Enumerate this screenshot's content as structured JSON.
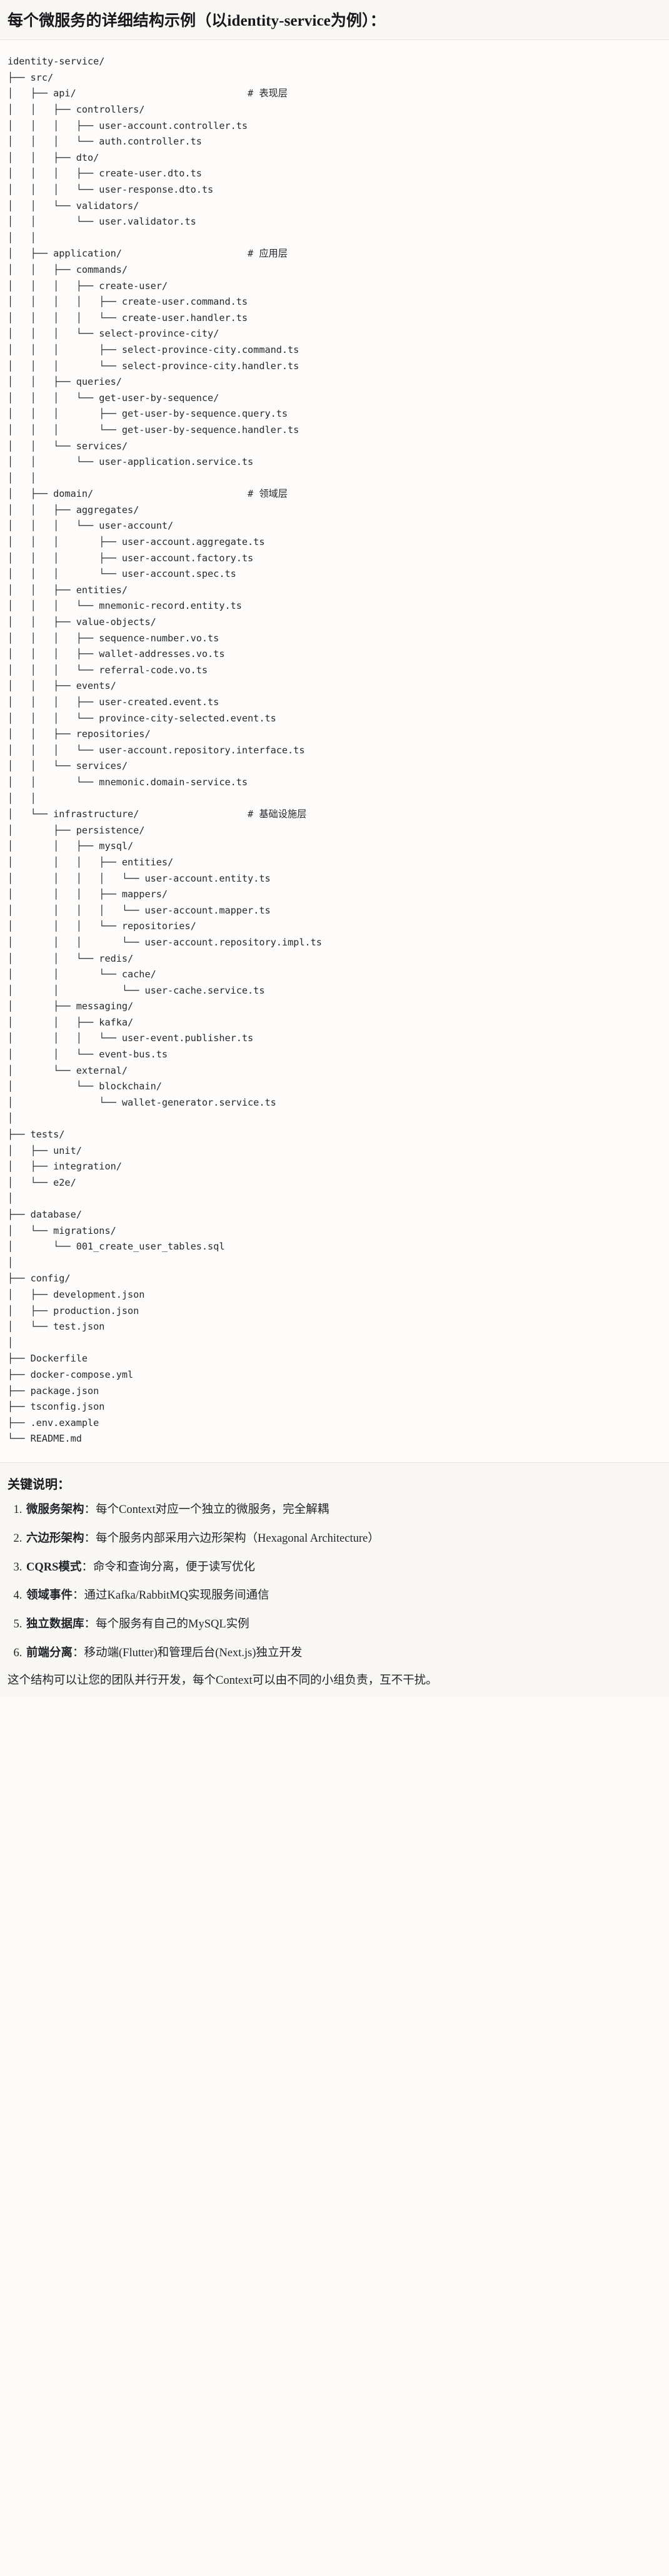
{
  "title": "每个微服务的详细结构示例（以identity-service为例）：",
  "tree": {
    "root_label": "identity-service/",
    "lines": [
      "identity-service/",
      "├── src/",
      "│   ├── api/                              # 表现层",
      "│   │   ├── controllers/",
      "│   │   │   ├── user-account.controller.ts",
      "│   │   │   └── auth.controller.ts",
      "│   │   ├── dto/",
      "│   │   │   ├── create-user.dto.ts",
      "│   │   │   └── user-response.dto.ts",
      "│   │   └── validators/",
      "│   │       └── user.validator.ts",
      "│   │",
      "│   ├── application/                      # 应用层",
      "│   │   ├── commands/",
      "│   │   │   ├── create-user/",
      "│   │   │   │   ├── create-user.command.ts",
      "│   │   │   │   └── create-user.handler.ts",
      "│   │   │   └── select-province-city/",
      "│   │   │       ├── select-province-city.command.ts",
      "│   │   │       └── select-province-city.handler.ts",
      "│   │   ├── queries/",
      "│   │   │   └── get-user-by-sequence/",
      "│   │   │       ├── get-user-by-sequence.query.ts",
      "│   │   │       └── get-user-by-sequence.handler.ts",
      "│   │   └── services/",
      "│   │       └── user-application.service.ts",
      "│   │",
      "│   ├── domain/                           # 领域层",
      "│   │   ├── aggregates/",
      "│   │   │   └── user-account/",
      "│   │   │       ├── user-account.aggregate.ts",
      "│   │   │       ├── user-account.factory.ts",
      "│   │   │       └── user-account.spec.ts",
      "│   │   ├── entities/",
      "│   │   │   └── mnemonic-record.entity.ts",
      "│   │   ├── value-objects/",
      "│   │   │   ├── sequence-number.vo.ts",
      "│   │   │   ├── wallet-addresses.vo.ts",
      "│   │   │   └── referral-code.vo.ts",
      "│   │   ├── events/",
      "│   │   │   ├── user-created.event.ts",
      "│   │   │   └── province-city-selected.event.ts",
      "│   │   ├── repositories/",
      "│   │   │   └── user-account.repository.interface.ts",
      "│   │   └── services/",
      "│   │       └── mnemonic.domain-service.ts",
      "│   │",
      "│   └── infrastructure/                   # 基础设施层",
      "│       ├── persistence/",
      "│       │   ├── mysql/",
      "│       │   │   ├── entities/",
      "│       │   │   │   └── user-account.entity.ts",
      "│       │   │   ├── mappers/",
      "│       │   │   │   └── user-account.mapper.ts",
      "│       │   │   └── repositories/",
      "│       │   │       └── user-account.repository.impl.ts",
      "│       │   └── redis/",
      "│       │       └── cache/",
      "│       │           └── user-cache.service.ts",
      "│       ├── messaging/",
      "│       │   ├── kafka/",
      "│       │   │   └── user-event.publisher.ts",
      "│       │   └── event-bus.ts",
      "│       └── external/",
      "│           └── blockchain/",
      "│               └── wallet-generator.service.ts",
      "│",
      "├── tests/",
      "│   ├── unit/",
      "│   ├── integration/",
      "│   └── e2e/",
      "│",
      "├── database/",
      "│   └── migrations/",
      "│       └── 001_create_user_tables.sql",
      "│",
      "├── config/",
      "│   ├── development.json",
      "│   ├── production.json",
      "│   └── test.json",
      "│",
      "├── Dockerfile",
      "├── docker-compose.yml",
      "├── package.json",
      "├── tsconfig.json",
      "├── .env.example",
      "└── README.md"
    ],
    "comments": [
      "# 表现层",
      "# 应用层",
      "# 领域层",
      "# 基础设施层"
    ]
  },
  "notes": {
    "heading": "关键说明：",
    "items": [
      {
        "term": "微服务架构",
        "text": "：每个Context对应一个独立的微服务，完全解耦"
      },
      {
        "term": "六边形架构",
        "text": "：每个服务内部采用六边形架构（Hexagonal Architecture）"
      },
      {
        "term": "CQRS模式",
        "text": "：命令和查询分离，便于读写优化"
      },
      {
        "term": "领域事件",
        "text": "：通过Kafka/RabbitMQ实现服务间通信"
      },
      {
        "term": "独立数据库",
        "text": "：每个服务有自己的MySQL实例"
      },
      {
        "term": "前端分离",
        "text": "：移动端(Flutter)和管理后台(Next.js)独立开发"
      }
    ],
    "closing": "这个结构可以让您的团队并行开发，每个Context可以由不同的小组负责，互不干扰。"
  },
  "colors": {
    "page_bg": "#fbfaf8",
    "code_bg": "#fdfcfa",
    "text": "#24292f",
    "rule": "#e6e4df"
  }
}
